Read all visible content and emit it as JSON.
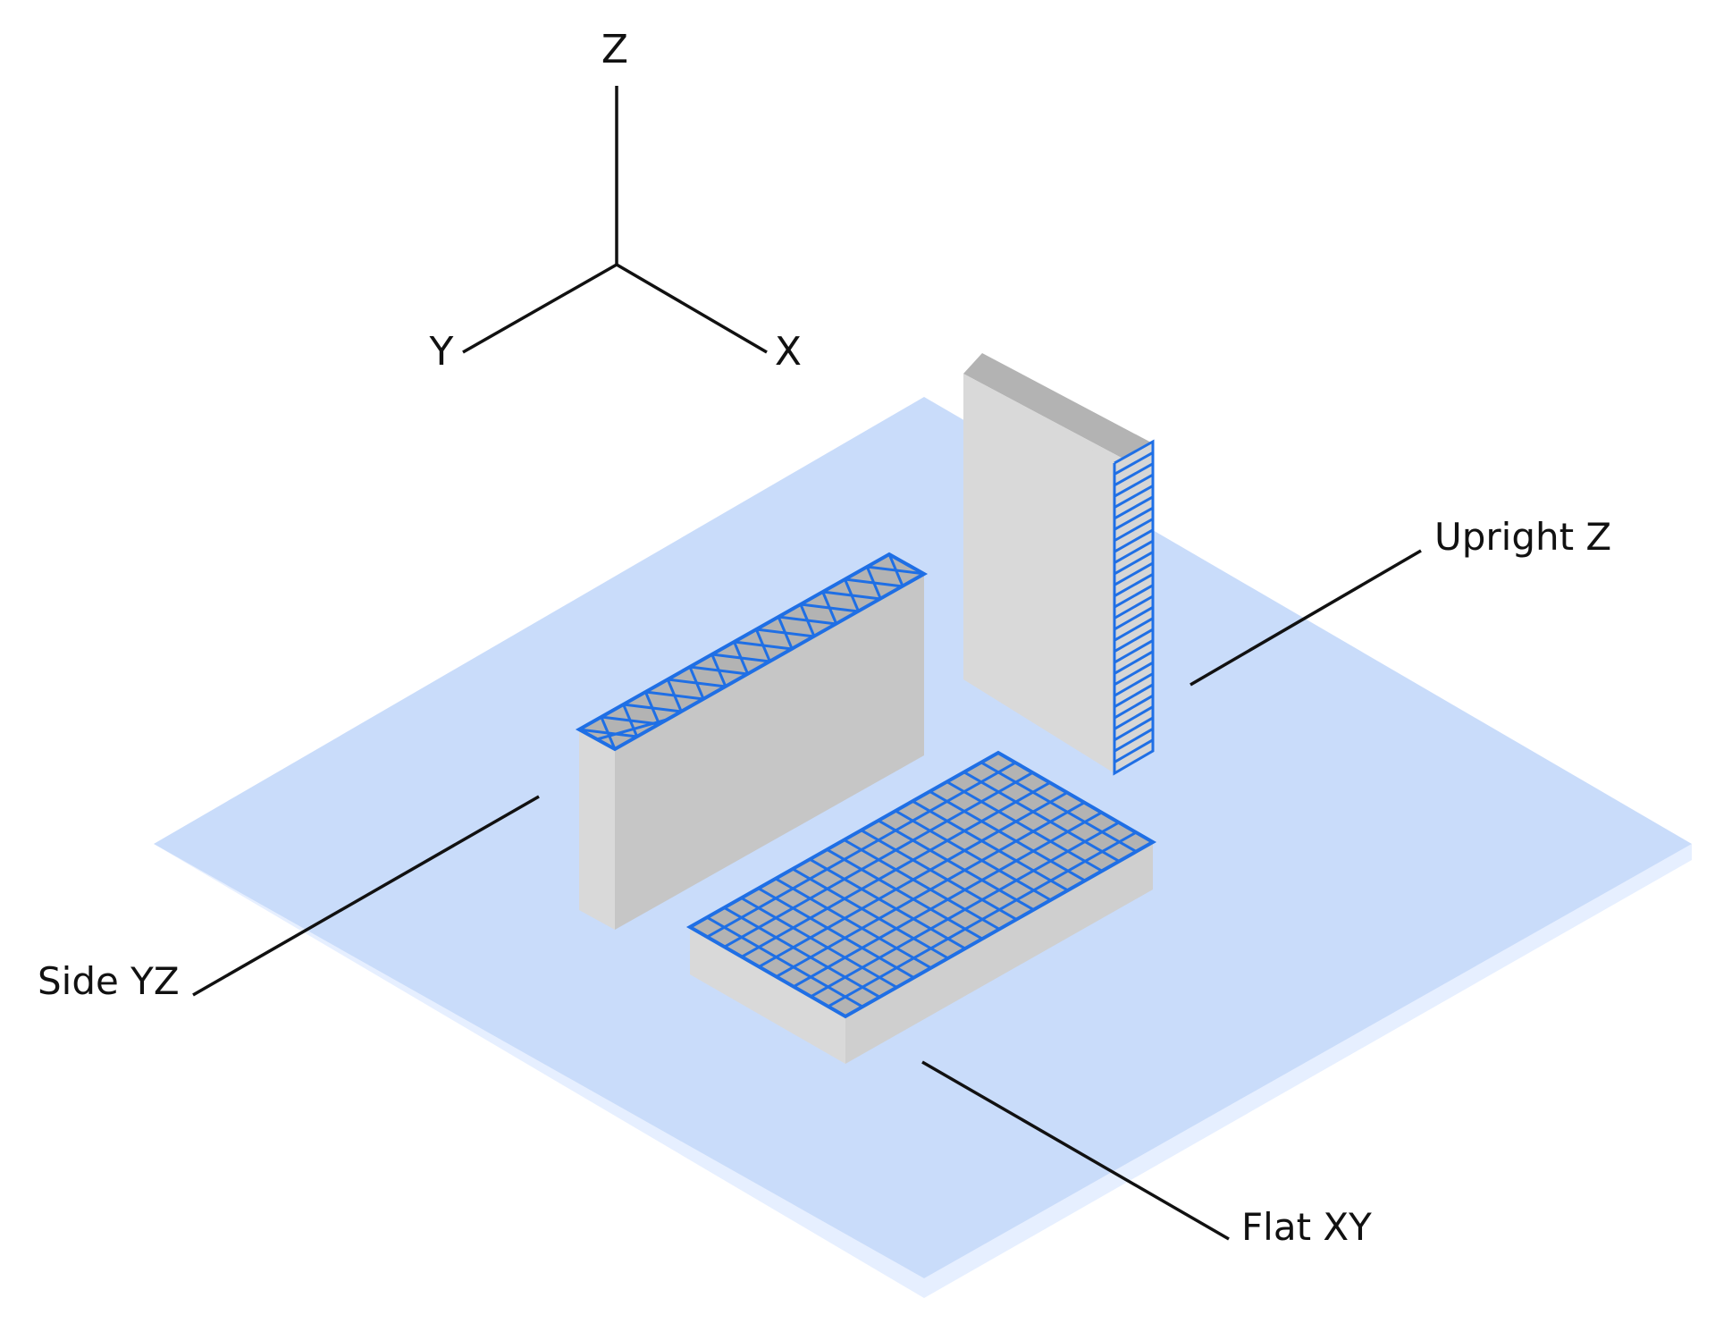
{
  "axes": {
    "z_label": "Z",
    "y_label": "Y",
    "x_label": "X"
  },
  "labels": {
    "upright": "Upright Z",
    "side": "Side YZ",
    "flat": "Flat XY"
  },
  "colors": {
    "plate_top": "#c9dcfa",
    "plate_edge": "#e6efff",
    "part_top": "#b3b3b3",
    "part_light": "#d9d9d9",
    "part_mid": "#c6c6c6",
    "part_dark": "#cfcfcf",
    "infill": "#1f6fe5",
    "line": "#111111"
  }
}
